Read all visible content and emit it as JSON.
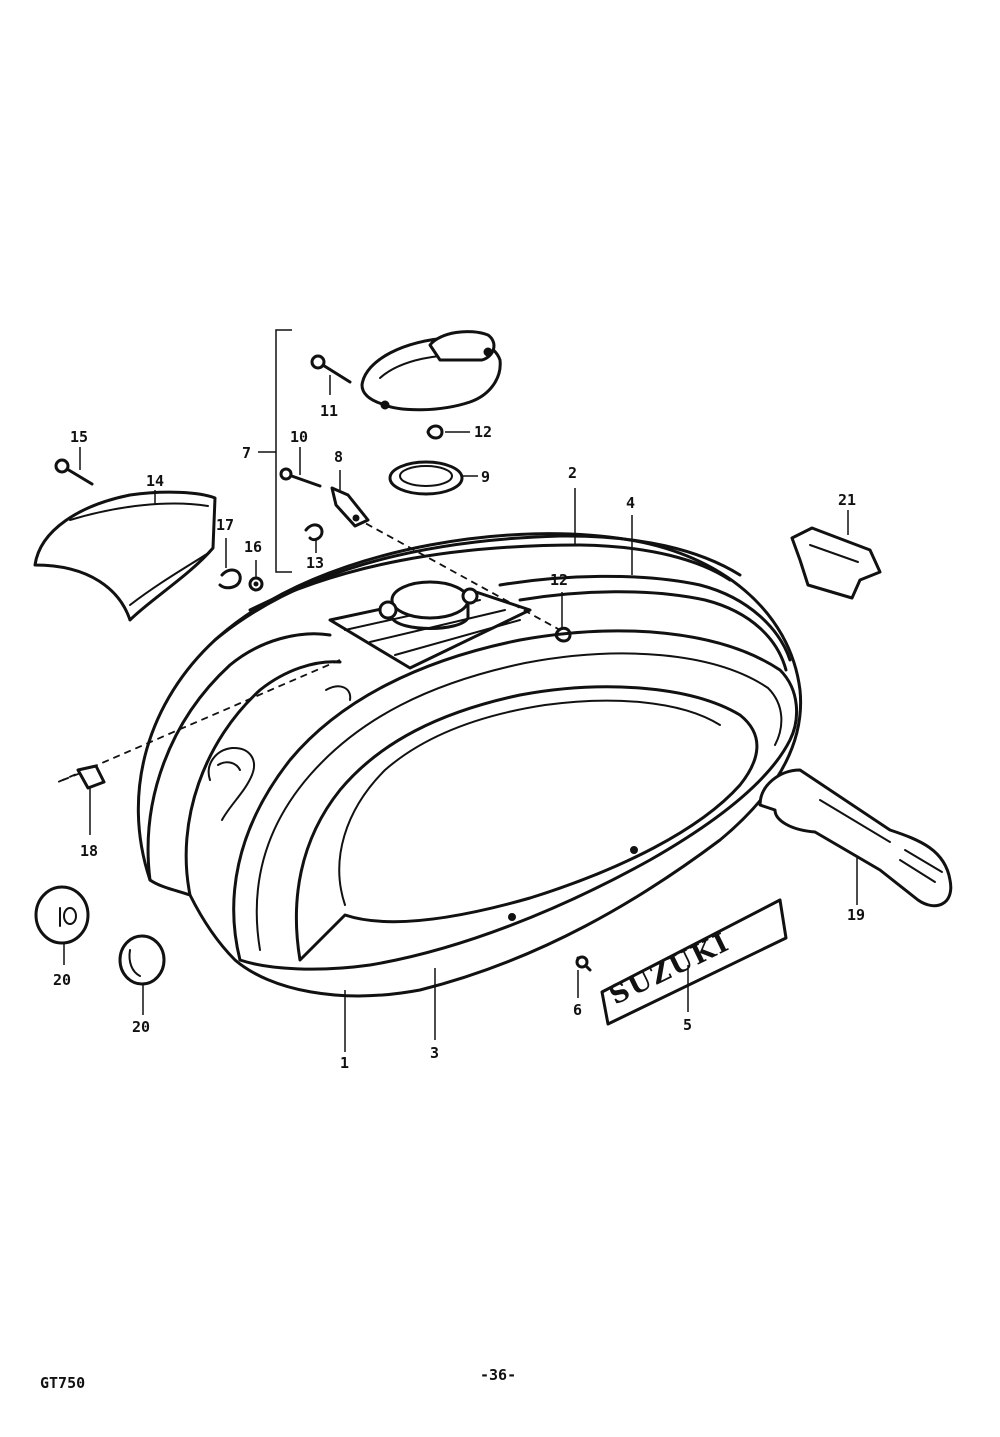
{
  "callouts": {
    "c1": "1",
    "c2": "2",
    "c3": "3",
    "c4": "4",
    "c5": "5",
    "c6": "6",
    "c7": "7",
    "c8": "8",
    "c9": "9",
    "c10": "10",
    "c11": "11",
    "c12a": "12",
    "c12b": "12",
    "c13": "13",
    "c14": "14",
    "c15": "15",
    "c16": "16",
    "c17": "17",
    "c18": "18",
    "c19": "19",
    "c20a": "20",
    "c20b": "20",
    "c21": "21"
  },
  "footer": {
    "model": "GT750",
    "page": "-36-"
  },
  "emblem": {
    "logo_text": "SUZUKI"
  },
  "colors": {
    "ink": "#111111",
    "paper": "#ffffff"
  }
}
